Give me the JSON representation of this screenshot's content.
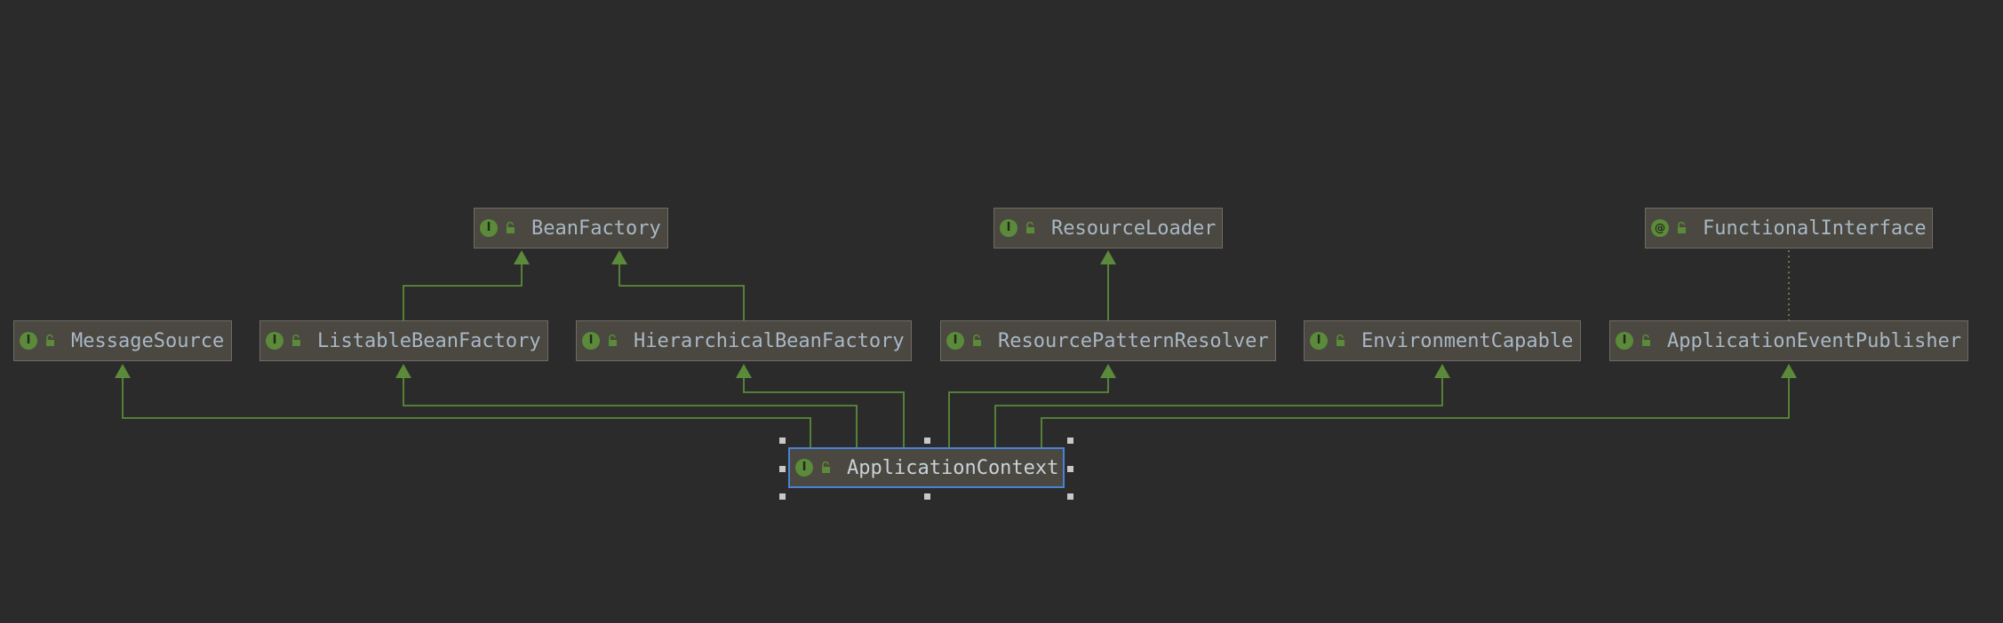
{
  "colors": {
    "background": "#2b2b2b",
    "node_fill": "#4a4840",
    "node_border": "#6e6c66",
    "selected_border": "#4a82d6",
    "edge": "#5b8a3a",
    "interface_icon": "#5b8a3a"
  },
  "nodes": {
    "bean_factory": {
      "label": "BeanFactory",
      "icon": "interface-icon",
      "badge": "I"
    },
    "resource_loader": {
      "label": "ResourceLoader",
      "icon": "interface-icon",
      "badge": "I"
    },
    "functional_interface": {
      "label": "FunctionalInterface",
      "icon": "annotation-icon",
      "badge": "@"
    },
    "message_source": {
      "label": "MessageSource",
      "icon": "interface-icon",
      "badge": "I"
    },
    "listable_bean_factory": {
      "label": "ListableBeanFactory",
      "icon": "interface-icon",
      "badge": "I"
    },
    "hierarchical_bean_factory": {
      "label": "HierarchicalBeanFactory",
      "icon": "interface-icon",
      "badge": "I"
    },
    "resource_pattern_resolver": {
      "label": "ResourcePatternResolver",
      "icon": "interface-icon",
      "badge": "I"
    },
    "environment_capable": {
      "label": "EnvironmentCapable",
      "icon": "interface-icon",
      "badge": "I"
    },
    "application_event_publisher": {
      "label": "ApplicationEventPublisher",
      "icon": "interface-icon",
      "badge": "I"
    },
    "application_context": {
      "label": "ApplicationContext",
      "icon": "interface-icon",
      "badge": "I",
      "selected": true
    }
  }
}
